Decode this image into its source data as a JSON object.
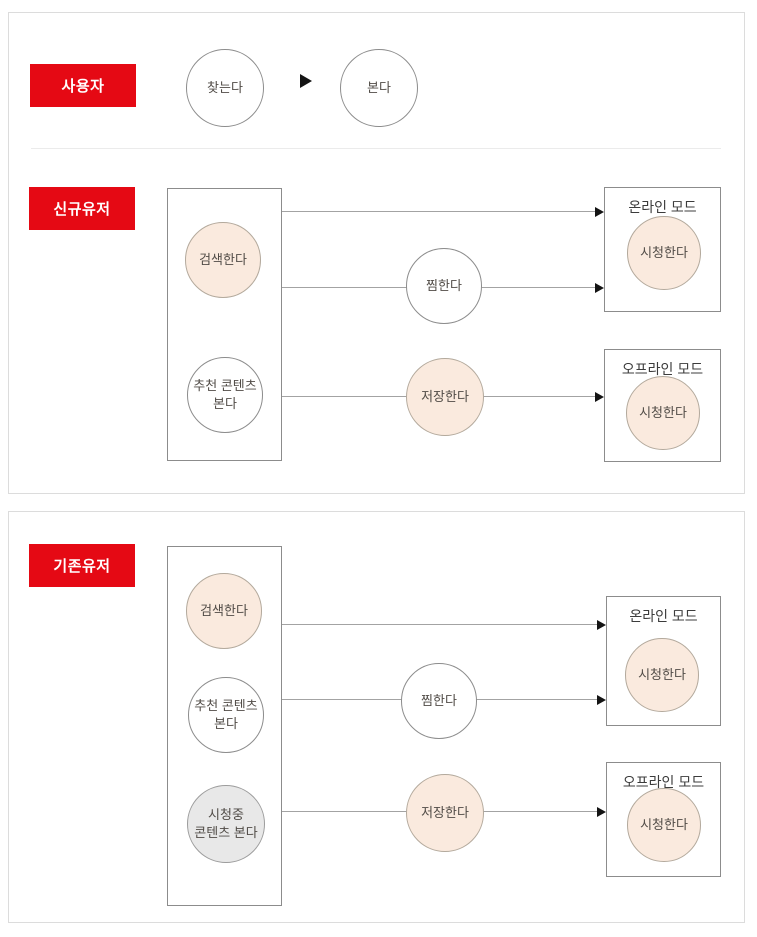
{
  "colors": {
    "accent_red": "#e50914",
    "peach_fill": "#faeade",
    "gray_fill": "#e8e8e8",
    "node_border": "#8c8c8c",
    "flow_line": "#a3a3a3",
    "panel_border": "#dcdcdc"
  },
  "top_panel": {
    "user_row": {
      "label": "사용자",
      "step_find": "찾는다",
      "step_watch": "본다"
    },
    "new_user_row": {
      "label": "신규유저",
      "node_search": "검색한다",
      "node_recommended": "추천 콘텐츠\n본다",
      "node_wish": "찜한다",
      "node_save": "저장한다",
      "online_box": {
        "title": "온라인 모드",
        "node_watch": "시청한다"
      },
      "offline_box": {
        "title": "오프라인 모드",
        "node_watch": "시청한다"
      }
    }
  },
  "bottom_panel": {
    "existing_user_row": {
      "label": "기존유저",
      "node_search": "검색한다",
      "node_recommended": "추천 콘텐츠\n본다",
      "node_watching": "시청중\n콘텐츠 본다",
      "node_wish": "찜한다",
      "node_save": "저장한다",
      "online_box": {
        "title": "온라인 모드",
        "node_watch": "시청한다"
      },
      "offline_box": {
        "title": "오프라인 모드",
        "node_watch": "시청한다"
      }
    }
  }
}
